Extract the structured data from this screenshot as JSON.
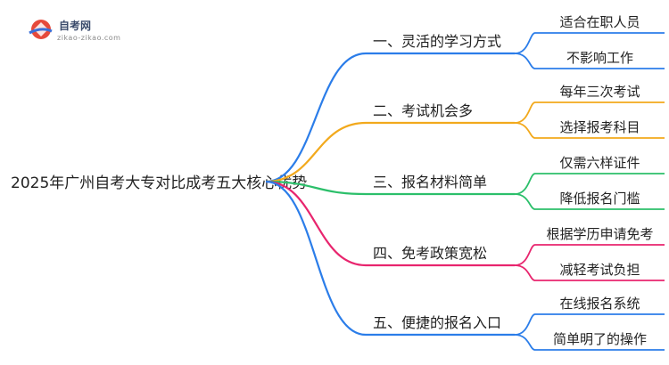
{
  "logo": {
    "title": "自考网",
    "subtitle": "zikao-zikao.com"
  },
  "root": {
    "label": "2025年广州自考大专对比成考五大核心优势"
  },
  "branches": [
    {
      "label": "一、灵活的学习方式",
      "color": "#2b7de9",
      "children": [
        "适合在职人员",
        "不影响工作"
      ]
    },
    {
      "label": "二、考试机会多",
      "color": "#f2a91c",
      "children": [
        "每年三次考试",
        "选择报考科目"
      ]
    },
    {
      "label": "三、报名材料简单",
      "color": "#2bbf6a",
      "children": [
        "仅需六样证件",
        "降低报名门槛"
      ]
    },
    {
      "label": "四、免考政策宽松",
      "color": "#e8256e",
      "children": [
        "根据学历申请免考",
        "减轻考试负担"
      ]
    },
    {
      "label": "五、便捷的报名入口",
      "color": "#2b7de9",
      "children": [
        "在线报名系统",
        "简单明了的操作"
      ]
    }
  ]
}
